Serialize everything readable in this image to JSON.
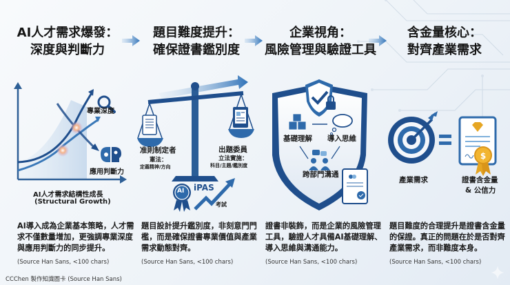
{
  "columns": [
    {
      "title_line1": "AI人才需求爆發：",
      "title_line2": "深度與判斷力",
      "illustration": {
        "type": "growth-chart",
        "label_depth": "專業深度",
        "label_judgment": "應用判斷力",
        "axis_label_line1": "AI人才需求結構性成長",
        "axis_label_line2": "(Structural Growth)",
        "icons": [
          "magnifier-icon",
          "brain-gear-icon"
        ]
      },
      "description": "AI導入成為企業基本策略，人才需求不僅數量增加，更強調專業深度與應用判斷力的同步提升。",
      "note": "(Source Han Sans, <100 chars)"
    },
    {
      "title_line1": "題目難度提升：",
      "title_line2": "確保證書鑑別度",
      "illustration": {
        "type": "balance-scale",
        "left_title": "准則制定者",
        "left_sub1": "憲法：",
        "left_sub2": "定義精神/方向",
        "right_title": "出題委員",
        "right_sub1": "立法實施：",
        "right_sub2": "科目/主題/鑑別度",
        "badge_text": "AI",
        "brand": "iPAS",
        "exam_label": "考試",
        "icons": [
          "scroll-icon",
          "tablet-icon",
          "badge-icon",
          "trend-arrow-icon"
        ]
      },
      "description": "題目設計提升鑑別度，非刻意門門檻，而是確保證書專業價值與產業需求動態對齊。",
      "note": "(Source Han Sans, <100 chars)"
    },
    {
      "title_line1": "企業視角：",
      "title_line2": "風險管理與驗證工具",
      "illustration": {
        "type": "shield",
        "node1": "基礎理解",
        "node2": "導入思維",
        "node3": "跨部門溝通",
        "icons": [
          "shield-check-icon",
          "lock-icon",
          "cubes-icon",
          "thought-cloud-icon",
          "people-chat-icon",
          "certificate-icon"
        ]
      },
      "description": "證書非裝飾，而是企業的風險管理工具，驗證人才具備AI基礎理解、導入思維與溝通能力。",
      "note": "(Source Han Sans, <100 chars)"
    },
    {
      "title_line1": "含金量核心：",
      "title_line2": "對齊產業需求",
      "illustration": {
        "type": "target-equals-certificate",
        "left_label": "產業需求",
        "right_label_line1": "證書含金量",
        "right_label_line2": "& 公信力",
        "equals": "=",
        "icons": [
          "target-icon",
          "certificate-gold-icon"
        ]
      },
      "description": "題目難度的合理提升是證書含金量的保證。真正的問題在於是否對齊產業需求，而非難度本身。",
      "note": "(Source Han Sans, <100 chars)"
    }
  ],
  "footer": "CCChen 製作知識圖卡 (Source Han Sans)",
  "colors": {
    "primary_blue": "#1f4e8c",
    "mid_blue": "#3a78b8",
    "light_blue": "#7fb0dc",
    "gold": "#e6a623",
    "title_text": "#151515"
  }
}
